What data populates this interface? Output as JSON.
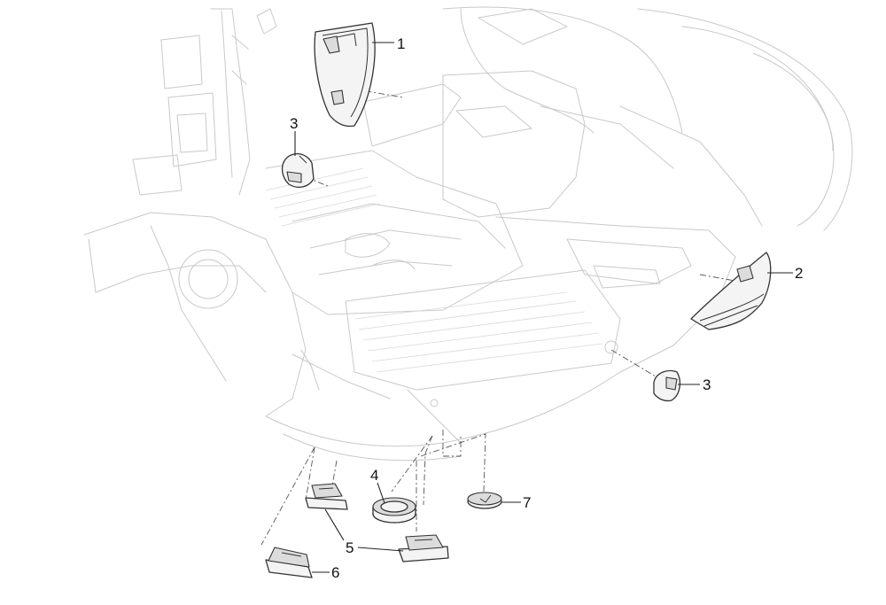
{
  "callouts": [
    {
      "id": "callout-1",
      "label": "1"
    },
    {
      "id": "callout-2",
      "label": "2"
    },
    {
      "id": "callout-3-top",
      "label": "3"
    },
    {
      "id": "callout-3-right",
      "label": "3"
    },
    {
      "id": "callout-4",
      "label": "4"
    },
    {
      "id": "callout-5",
      "label": "5"
    },
    {
      "id": "callout-6",
      "label": "6"
    },
    {
      "id": "callout-7",
      "label": "7"
    }
  ],
  "colors": {
    "part_outline": "#333333",
    "ghost_outline": "#c9c9c9",
    "background": "#ffffff"
  }
}
